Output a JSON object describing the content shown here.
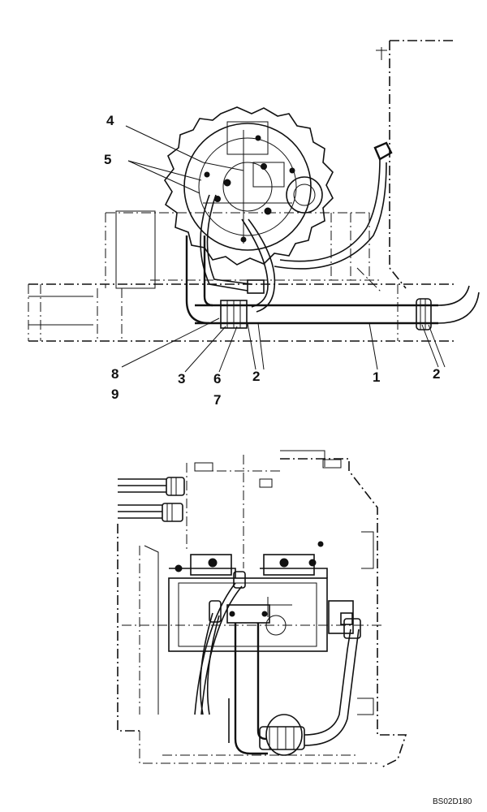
{
  "callouts": {
    "c1": "1",
    "c2a": "2",
    "c2b": "2",
    "c3": "3",
    "c4": "4",
    "c5": "5",
    "c6": "6",
    "c7": "7",
    "c8": "8",
    "c9": "9"
  },
  "drawing_code": "BS02D180"
}
